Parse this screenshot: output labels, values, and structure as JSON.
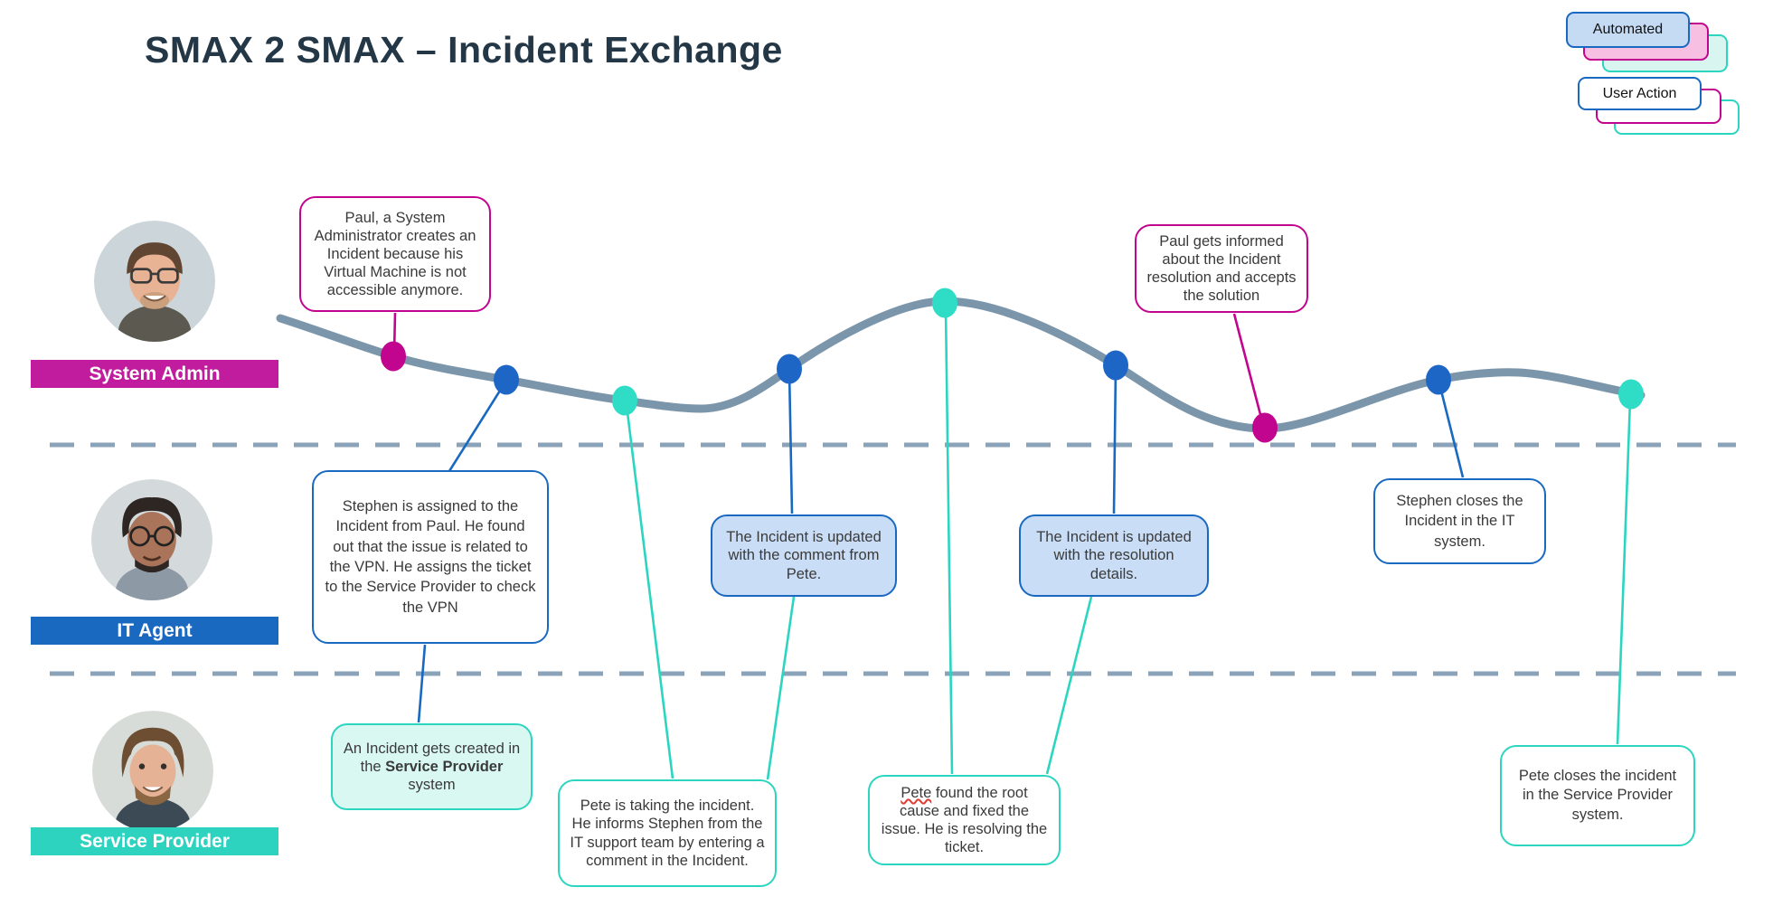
{
  "title": "SMAX 2 SMAX – Incident Exchange",
  "legend": {
    "automated": "Automated",
    "user_action": "User Action"
  },
  "lanes": [
    {
      "id": "system-admin",
      "label": "System Admin",
      "color": "#c11c9e"
    },
    {
      "id": "it-agent",
      "label": "IT Agent",
      "color": "#1a69c1"
    },
    {
      "id": "service-provider",
      "label": "Service Provider",
      "color": "#2ed3bf"
    }
  ],
  "colors": {
    "magenta_accent": "#c2058f",
    "blue_accent": "#1a69c1",
    "teal_accent": "#2bd5c0",
    "curve": "#7b96ab",
    "lane_dash": "#8ba3b8",
    "blue_bubble_fill": "#c9ddf6",
    "teal_bubble_fill": "#d9f8f2",
    "legend_pink_fill": "#f7c0e2",
    "legend_blue_fill": "#c5dbf4",
    "legend_mint_fill": "#d8f6ef",
    "title_text": "#243746"
  },
  "timeline_dots": [
    {
      "order": 1,
      "color": "magenta"
    },
    {
      "order": 2,
      "color": "blue"
    },
    {
      "order": 3,
      "color": "teal"
    },
    {
      "order": 4,
      "color": "blue"
    },
    {
      "order": 5,
      "color": "teal"
    },
    {
      "order": 6,
      "color": "blue"
    },
    {
      "order": 7,
      "color": "magenta"
    },
    {
      "order": 8,
      "color": "blue"
    },
    {
      "order": 9,
      "color": "teal"
    }
  ],
  "callouts": {
    "paul_creates": {
      "text": "Paul, a System Administrator creates an Incident because his Virtual Machine is not accessible anymore."
    },
    "stephen_assigned": {
      "text": "Stephen is assigned to the Incident from Paul. He found out that the issue is related to the VPN. He assigns the ticket to the Service Provider to check the VPN"
    },
    "incident_created": {
      "pre": "An Incident gets created in the ",
      "bold": "Service Provider",
      "post": " system"
    },
    "pete_taking": {
      "text": "Pete is taking the incident. He informs Stephen from the IT support team by entering a comment in the Incident."
    },
    "comment_update": {
      "text": "The Incident is updated with the comment from Pete."
    },
    "root_cause": {
      "word": "Pete",
      "rest": " found the root cause and fixed the issue. He is resolving the ticket."
    },
    "resolution_update": {
      "text": "The Incident is updated with the resolution details."
    },
    "paul_informed": {
      "text": "Paul gets informed about the Incident resolution and accepts the solution"
    },
    "stephen_closes": {
      "text": "Stephen closes the Incident in the IT system."
    },
    "pete_closes": {
      "text": "Pete closes the incident in the Service Provider system."
    }
  }
}
